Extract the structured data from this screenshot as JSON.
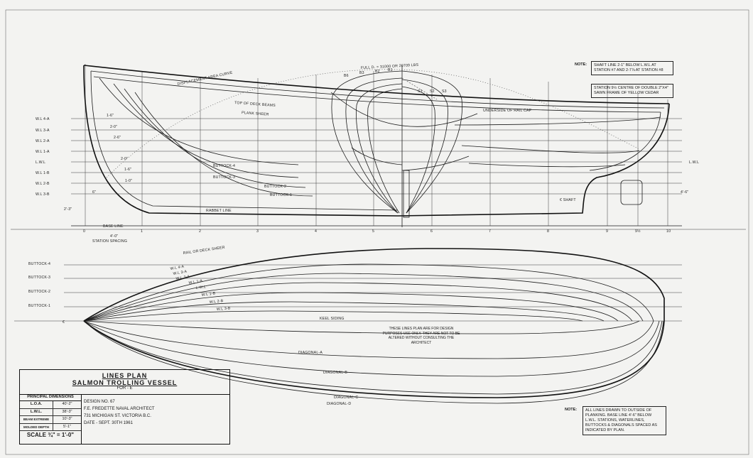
{
  "labels": {
    "displacement_curve": "DISPLACEMENT AREA CURVE",
    "full_displacement": "FULL D. = 31000 OR 20709 LBS",
    "top_deck_beams": "TOP OF DECK BEAMS",
    "plank_sheer": "PLANK SHEER",
    "underside_rail_cap": "UNDERSIDE OF RAIL CAP",
    "buttock_4": "BUTTOCK-4",
    "buttock_3": "BUTTOCK-3",
    "buttock_2": "BUTTOCK-2",
    "buttock_1": "BUTTOCK-1",
    "rabbet_line": "RABBET LINE",
    "base_line": "BASE LINE",
    "station_spacing": "STATION SPACING",
    "shaft": "€ SHAFT",
    "deck_sheer": "RAIL OR DECK SHEER",
    "keel_siding": "KEEL SIDING",
    "diagonal_a": "DIAGONAL-A",
    "diagonal_b": "DIAGONAL-B",
    "diagonal_c": "DIAGONAL-C",
    "diagonal_d": "DIAGONAL-D",
    "cl": "€"
  },
  "waterlines": [
    "W.L 4-A",
    "W.L 3-A",
    "W.L 2-A",
    "W.L 1-A",
    "L.W.L",
    "W.L 1-B",
    "W.L 2-B",
    "W.L 3-B"
  ],
  "plan_waterlines": [
    "W.L 4-A",
    "W.L 3-A",
    "W.L 2-A",
    "W.L 1-A",
    "L.W.L",
    "W.L 1-B",
    "W.L 2-B",
    "W.L 3-B"
  ],
  "plan_buttocks": [
    "BUTTOCK-4",
    "BUTTOCK-3",
    "BUTTOCK-2",
    "BUTTOCK-1"
  ],
  "stations": [
    "0",
    "1",
    "2",
    "3",
    "4",
    "5",
    "6",
    "7",
    "8",
    "9",
    "9½",
    "10"
  ],
  "station_spacing_value": "4'-0\"",
  "section_labels": [
    "B6",
    "B3",
    "B2",
    "B1",
    "S1",
    "S2",
    "S3"
  ],
  "offsets": [
    "1-6\"",
    "2-0\"",
    "2-6\"",
    "2-0\"",
    "1-6\"",
    "1-0\"",
    "6\""
  ],
  "notes": {
    "note_label": "NOTE:",
    "shaft_note": "SHAFT LINE 2-1\" BELOW L.W.L AT STATION #7 AND 2-7⅞ AT STATION #8",
    "station_note": "STATION 9½ CENTRE OF DOUBLE 2\"x4\" SAWN FRAME OF YELLOW CEDAR",
    "lines_note": "THESE LINES PLAN ARE FOR DESIGN PURPOSES USE ONLY. THEY ARE NOT TO BE ALTERED WITHOUT CONSULTING THE ARCHITECT",
    "bottom_note_label": "NOTE:",
    "bottom_note": "ALL LINES DRAWN TO OUTSIDE OF PLANKING. BASE LINE 4'-6\" BELOW L.W.L. STATIONS, WATERLINES, BUTTOCKS & DIAGONALS SPACED AS INDICATED BY PLAN."
  },
  "title_block": {
    "title": "LINES PLAN",
    "vessel": "SALMON TROLLING VESSEL",
    "for": "FOR - E",
    "principal_dimensions": "PRINCIPAL DIMENSIONS",
    "dimensions": [
      {
        "key": "L.O.A.",
        "value": "40'-2\""
      },
      {
        "key": "L.W.L.",
        "value": "38'-3\""
      },
      {
        "key": "BEAM EXTREME",
        "value": "10'-3\""
      },
      {
        "key": "MOLDED DEPTH",
        "value": "5'-1\""
      }
    ],
    "scale": "SCALE ¾\" = 1'-0\"",
    "design_no": "DESIGN NO. 67",
    "architect": "F.E. FREDETTE NAVAL ARCHITECT",
    "address": "731 MICHIGAN ST. VICTORIA B.C.",
    "date": "DATE - SEPT. 30TH 1961"
  },
  "dimension_marks": {
    "lwl": "L.W.L",
    "depth_aft": "4'-6\"",
    "base_offset": "2'-3\""
  }
}
